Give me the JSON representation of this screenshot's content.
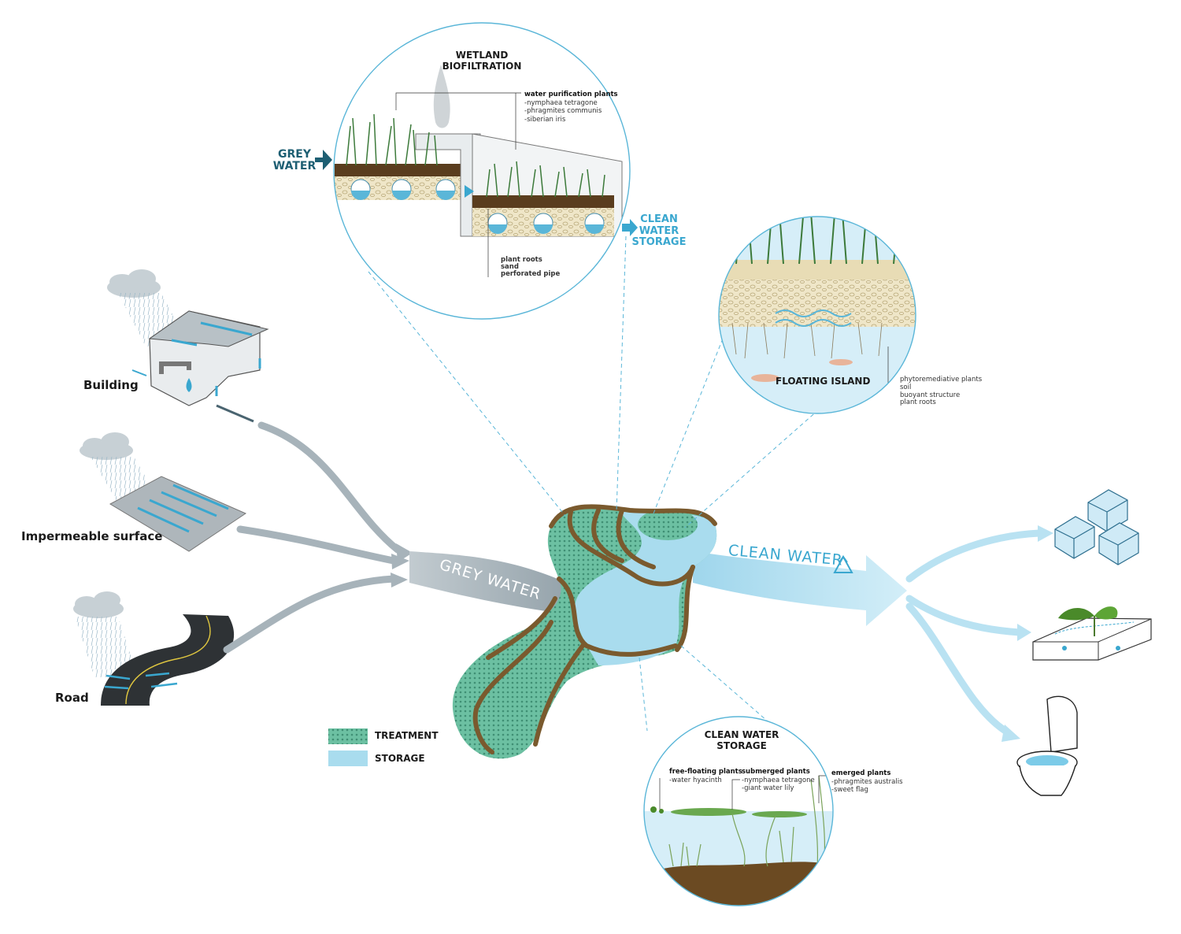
{
  "sources": {
    "building": "Building",
    "impermeable": "Impermeable surface",
    "road": "Road"
  },
  "flows": {
    "grey_water": "GREY WATER",
    "clean_water": "CLEAN WATER"
  },
  "wetland": {
    "title_line1": "WETLAND",
    "title_line2": "BIOFILTRATION",
    "inflow_line1": "GREY",
    "inflow_line2": "WATER",
    "outflow_line1": "CLEAN",
    "outflow_line2": "WATER",
    "outflow_line3": "STORAGE",
    "plants_heading": "water purification plants",
    "plants": [
      "-nymphaea tetragone",
      "-phragmites communis",
      "-siberian iris"
    ],
    "layers": [
      "plant roots",
      "sand",
      "perforated pipe"
    ]
  },
  "floating_island": {
    "title": "FLOATING ISLAND",
    "layers": [
      "phytoremediative plants",
      "soil",
      "buoyant structure",
      "plant roots"
    ]
  },
  "storage": {
    "title_line1": "CLEAN WATER",
    "title_line2": "STORAGE",
    "free_floating_heading": "free-floating plants",
    "free_floating": [
      "-water hyacinth"
    ],
    "submerged_heading": "submerged plants",
    "submerged": [
      "-nymphaea tetragone",
      "-giant water lily"
    ],
    "emerged_heading": "emerged plants",
    "emerged": [
      "-phragmites australis",
      "-sweet flag"
    ]
  },
  "legend": {
    "treatment": "TREATMENT",
    "storage": "STORAGE"
  },
  "colors": {
    "treatment": "#5fb89a",
    "storage": "#a9dcee",
    "channel": "#7a5a2e",
    "grey_flow": "#a7b3ba",
    "clean_flow": "#b9e2f2",
    "accent": "#3aa7cf",
    "rain": "#9bb8c8"
  }
}
